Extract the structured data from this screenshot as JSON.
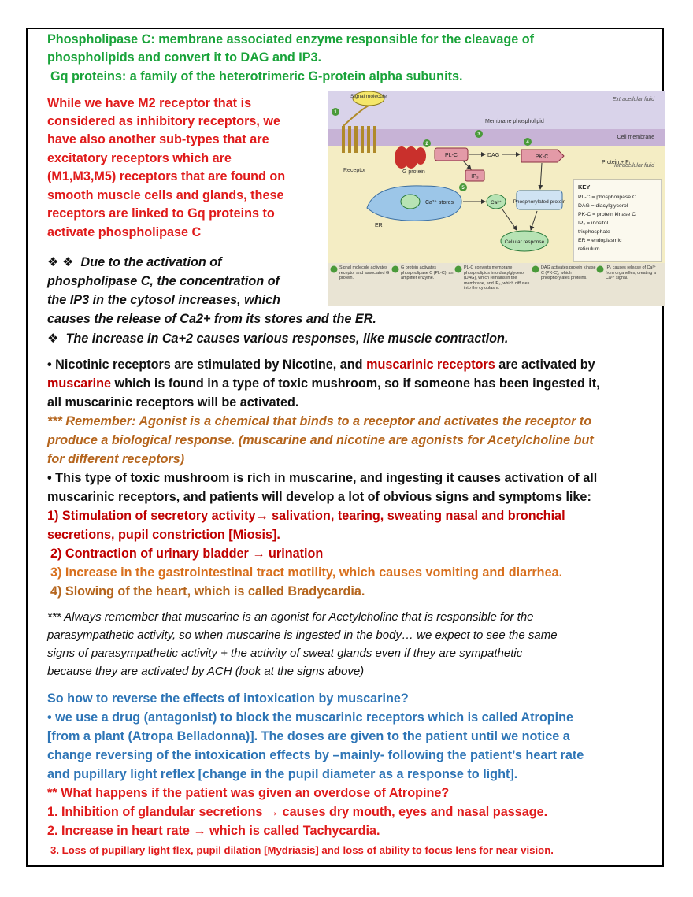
{
  "intro": {
    "plc_line1": "Phospholipase C: membrane associated enzyme responsible for the cleavage of",
    "plc_line2": "phospholipids and convert it to DAG and IP3.",
    "gq_line": "Gq proteins: a family of the heterotrimeric G-protein alpha subunits."
  },
  "excitatory": [
    "While we have M2 receptor that is",
    "considered as inhibitory receptors, we",
    "have also another sub-types that are",
    "excitatory receptors which are",
    "(M1,M3,M5) receptors that are found on",
    "smooth muscle cells and glands, these",
    "receptors are linked to Gq proteins to",
    "activate phospholipase C"
  ],
  "ip3": {
    "bullet": "❖ ❖",
    "line1": "Due to the activation of",
    "line2": "phospholipase C, the concentration of",
    "line3": "the IP3 in the cytosol increases, which",
    "line4": "causes the release of Ca2+ from its stores and the ER."
  },
  "ca": {
    "bullet": "❖",
    "text": "The increase in Ca+2 causes various responses, like muscle contraction."
  },
  "nicotinic": {
    "a": "• Nicotinic receptors are stimulated by Nicotine, and ",
    "b": "muscarinic receptors",
    "c": " are activated by",
    "d": "muscarine",
    "e": " which is found in a type of toxic mushroom, so if someone has been ingested it,",
    "f": "all muscarinic receptors will be activated."
  },
  "agonist": [
    "*** Remember: Agonist is a chemical that binds to a receptor and activates the receptor to",
    "produce a biological response. (muscarine and nicotine are agonists for Acetylcholine but",
    "for different receptors)"
  ],
  "mushroom": [
    "• This type of toxic mushroom is rich in muscarine, and ingesting it causes activation of all",
    "muscarinic receptors, and patients will develop a lot of obvious signs and symptoms like:"
  ],
  "symptoms": {
    "s1a": "1) Stimulation of secretory activity→ salivation, tearing, sweating nasal and bronchial",
    "s1b": "secretions, pupil constriction [Miosis].",
    "s2": "2) Contraction of urinary bladder → urination",
    "s3": "3) Increase in the gastrointestinal tract motility, which causes vomiting and diarrhea.",
    "s4": "4) Slowing of the heart, which is called Bradycardia."
  },
  "always": [
    "*** Always remember that muscarine is an agonist for Acetylcholine that is responsible for the",
    "parasympathetic activity, so when muscarine is ingested in the body… we expect to see the same",
    "signs of parasympathetic activity + the activity of sweat glands even if they are sympathetic",
    "because they are activated by ACH (look at the signs above)"
  ],
  "reverse": [
    "So how to reverse the effects of intoxication by muscarine?",
    " • we use a drug (antagonist) to block the muscarinic receptors which is called Atropine",
    "[from a plant (Atropa Belladonna)]. The doses  are given to the patient until we notice a",
    "change reversing of the intoxication effects by –mainly- following the patient’s heart rate",
    "and pupillary light reflex [change in the pupil diameter as a response to light]."
  ],
  "overdose": {
    "q": "** What happens if the patient was given an overdose of Atropine?",
    "o1": "1. Inhibition of glandular secretions → causes dry mouth, eyes and nasal passage.",
    "o2": "2. Increase in heart rate → which is called Tachycardia.",
    "o3": "3. Loss of pupillary light flex, pupil dilation [Mydriasis] and loss of ability to focus lens for near vision."
  },
  "figure": {
    "signal_molecule": "Signal molecule",
    "extracellular": "Extracellular fluid",
    "membrane_phospholipid": "Membrane phospholipid",
    "cell_membrane": "Cell membrane",
    "plc": "PL-C",
    "dag": "DAG",
    "pkc": "PK-C",
    "protein_pi": "Protein + Pᵢ",
    "intracellular": "Intracellular fluid",
    "receptor": "Receptor",
    "g_protein": "G protein",
    "ip3": "IP₃",
    "ca_stores": "Ca²⁺  stores",
    "ca": "Ca²⁺",
    "er": "ER",
    "phosphorylated": "Phosphorylated protein",
    "cellular_response": "Cellular response",
    "key_title": "KEY",
    "key": [
      "PL-C  = phospholipase C",
      "DAG   = diacylglycerol",
      "PK-C  = protein kinase C",
      "IP₃     = inositol",
      "             trisphosphate",
      "ER      = endoplasmic",
      "             reticulum"
    ],
    "steps": [
      "Signal molecule activates receptor and associated G protein.",
      "G protein activates phospholipase C (PL-C), an amplifier enzyme.",
      "PL-C converts membrane phospholipids into diacylglycerol (DAG), which remains in the membrane, and IP₃, which diffuses into the cytoplasm.",
      "DAG activates protein kinase C (PK-C), which phosphorylates proteins.",
      "IP₃ causes release of Ca²⁺ from organelles, creating a Ca²⁺ signal."
    ],
    "nums": [
      "1",
      "2",
      "3",
      "4",
      "5"
    ]
  }
}
